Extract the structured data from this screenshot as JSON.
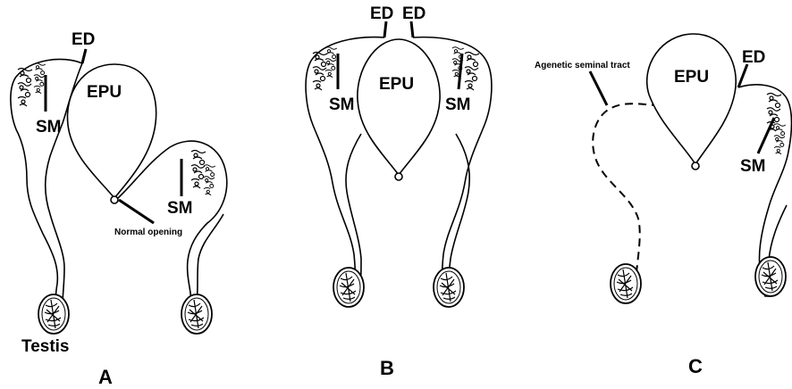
{
  "panels": [
    {
      "id": "A",
      "label": "A",
      "labels": {
        "ed": "ED",
        "epu": "EPU",
        "sm_left": "SM",
        "sm_right": "SM",
        "opening": "Normal opening",
        "testis": "Testis"
      }
    },
    {
      "id": "B",
      "label": "B",
      "labels": {
        "ed_left": "ED",
        "ed_right": "ED",
        "epu": "EPU",
        "sm_left": "SM",
        "sm_right": "SM"
      }
    },
    {
      "id": "C",
      "label": "C",
      "labels": {
        "agenetic": "Agenetic seminal tract",
        "epu": "EPU",
        "ed": "ED",
        "sm": "SM"
      }
    }
  ]
}
